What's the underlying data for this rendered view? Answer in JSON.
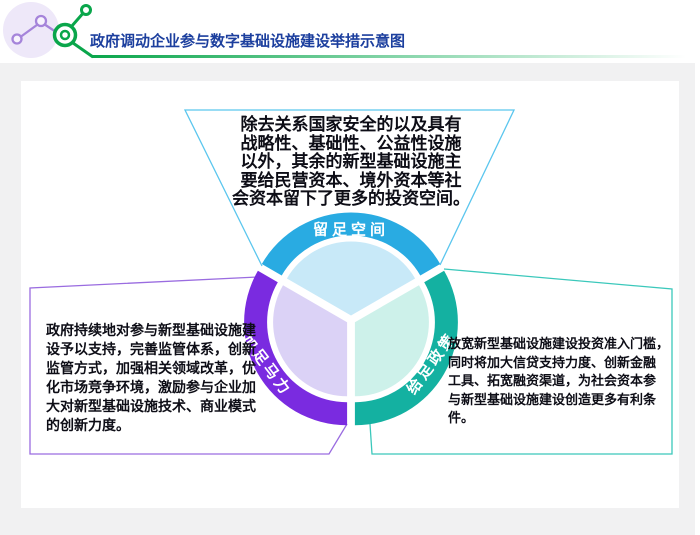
{
  "header": {
    "title": "政府调动企业参与数字基础设施建设举措示意图",
    "title_color": "#1c3f9e",
    "accent_green": "#0aa64b",
    "accent_purple": "#a584da"
  },
  "diagram": {
    "text_color": "#0d0d16",
    "segments": {
      "top": {
        "label": "留足空间",
        "text": "除去关系国家安全的以及具有\n战略性、基础性、公益性设施\n以外，其余的新型基础设施主\n要给民营资本、境外资本等社\n会资本留下了更多的投资空间。",
        "ring_color": "#29abe2",
        "fill_color": "#c8e9f8",
        "border_color": "#5bc6ee"
      },
      "left": {
        "label": "加足马力",
        "text": "政府持续地对参与新型基础设施建\n设予以支持，完善监管体系，创新\n监管方式，加强相关领域改革，优\n化市场竞争环境，激励参与企业加\n大对新型基础设施技术、商业模式\n的创新力度。",
        "ring_color": "#7a2be0",
        "fill_color": "#dbd2f6",
        "border_color": "#9a6ce0"
      },
      "right": {
        "label": "给足政策",
        "text": "放宽新型基础设施建设投资准入门槛，\n同时将加大信贷支持力度、创新金融\n工具、拓宽融资渠道，为社会资本参\n与新型基础设施建设创造更多有利条\n件。",
        "ring_color": "#14b1a1",
        "fill_color": "#cdf1ea",
        "border_color": "#3bc8bb"
      }
    }
  }
}
